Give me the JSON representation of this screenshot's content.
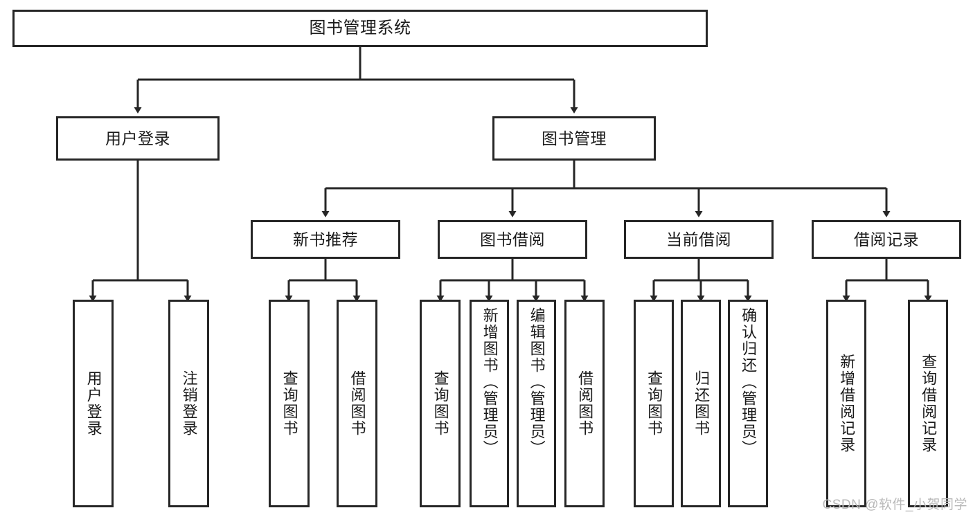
{
  "diagram": {
    "title": "图书管理系统",
    "type": "tree",
    "root": {
      "label": "图书管理系统"
    },
    "level2": [
      {
        "label": "用户登录"
      },
      {
        "label": "图书管理"
      }
    ],
    "level3": [
      {
        "label": "新书推荐"
      },
      {
        "label": "图书借阅"
      },
      {
        "label": "当前借阅"
      },
      {
        "label": "借阅记录"
      }
    ],
    "leaves": {
      "user_login": [
        {
          "label": "用户登录"
        },
        {
          "label": "注销登录"
        }
      ],
      "new_book_recommend": [
        {
          "label": "查询图书"
        },
        {
          "label": "借阅图书"
        }
      ],
      "book_borrow": [
        {
          "label": "查询图书"
        },
        {
          "label": "新增图书（管理员）"
        },
        {
          "label": "编辑图书（管理员）"
        },
        {
          "label": "借阅图书"
        }
      ],
      "current_borrow": [
        {
          "label": "查询图书"
        },
        {
          "label": "归还图书"
        },
        {
          "label": "确认归还（管理员）"
        }
      ],
      "borrow_record": [
        {
          "label": "新增借阅记录"
        },
        {
          "label": "查询借阅记录"
        }
      ]
    }
  },
  "watermark": {
    "text": "CSDN @软件_小贺同学"
  },
  "colors": {
    "stroke": "#262626",
    "fill": "#ffffff",
    "text": "#1a1a1a",
    "watermark": "#b9b9b9"
  }
}
